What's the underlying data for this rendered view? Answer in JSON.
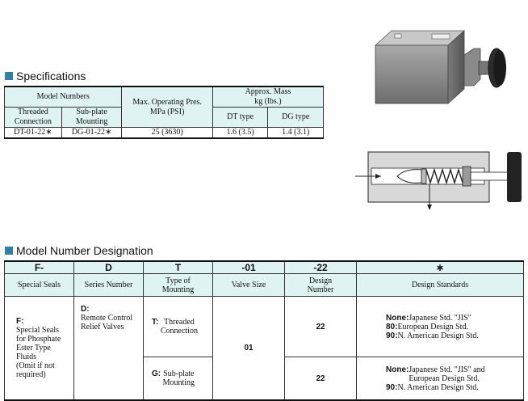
{
  "specifications": {
    "title": "Specifications",
    "headers": {
      "model_numbers": "Model Numbers",
      "threaded_connection": "Threaded\nConnection",
      "subplate_mounting": "Sub-plate\nMounting",
      "max_pressure": "Max. Operating Pres.\nMPa (PSI)",
      "approx_mass": "Approx. Mass\nkg (lbs.)",
      "dt_type": "DT type",
      "dg_type": "DG type"
    },
    "row": {
      "threaded": "DT-01-22∗",
      "subplate": "DG-01-22∗",
      "pressure": "25 (3630)",
      "dt_mass": "1.6 (3.5)",
      "dg_mass": "1.4 (3.1)"
    }
  },
  "model_number_designation": {
    "title": "Model Number Designation",
    "codes": [
      "F-",
      "D",
      "T",
      "-01",
      "-22",
      "∗"
    ],
    "headers": [
      "Special Seals",
      "Series Number",
      "Type of\nMounting",
      "Valve Size",
      "Design\nNumber",
      "Design Standards"
    ],
    "special_seals": {
      "code": "F:",
      "text": "Special Seals\nfor Phosphate\nEster Type\nFluids\n(Omit if not\nrequired)"
    },
    "series": {
      "code": "D:",
      "text": "Remote Control\nRelief Valves"
    },
    "mounting": [
      {
        "code": "T:",
        "text": "Threaded\nConnection"
      },
      {
        "code": "G:",
        "text": "Sub-plate\nMounting"
      }
    ],
    "valve_size": "01",
    "design_numbers": [
      "22",
      "22"
    ],
    "design_standards": [
      [
        {
          "code": "None:",
          "text": "Japanese Std. \"JIS\""
        },
        {
          "code": "80:",
          "text": "European Design Std."
        },
        {
          "code": "90:",
          "text": "N. American Design Std."
        }
      ],
      [
        {
          "code": "None:",
          "text": "Japanese Std. \"JIS\" and\nEuropean Design Std."
        },
        {
          "code": "90:",
          "text": "N. American Design Std."
        }
      ]
    ]
  },
  "colors": {
    "accent_square": "#2f7fa8",
    "header_fill": "#dff3f3"
  }
}
